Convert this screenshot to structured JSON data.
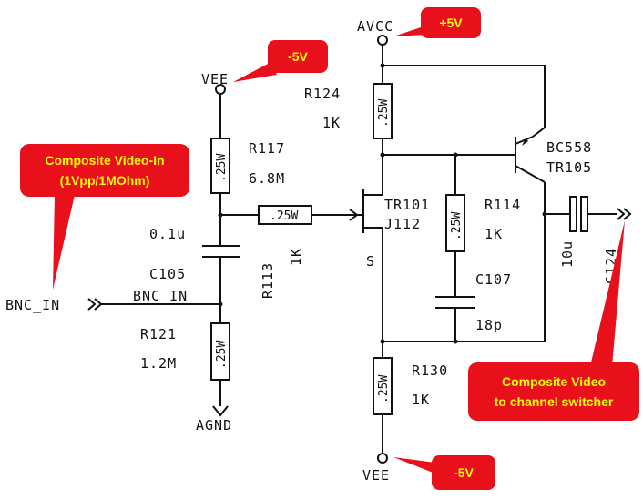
{
  "nodes": {
    "avcc": "AVCC",
    "vee_top": "VEE",
    "vee_bottom": "VEE",
    "agnd": "AGND",
    "bnc_in_left": "BNC_IN",
    "bnc_in_net": "BNC IN"
  },
  "components": {
    "r117": {
      "ref": "R117",
      "value": "6.8M",
      "rating": ".25W"
    },
    "r121": {
      "ref": "R121",
      "value": "1.2M",
      "rating": ".25W"
    },
    "r113": {
      "ref": "R113",
      "value": "1K",
      "rating": ".25W"
    },
    "r124": {
      "ref": "R124",
      "value": "1K",
      "rating": ".25W"
    },
    "r114": {
      "ref": "R114",
      "value": "1K",
      "rating": ".25W"
    },
    "r130": {
      "ref": "R130",
      "value": "1K",
      "rating": ".25W"
    },
    "c105": {
      "ref": "C105",
      "value": "0.1u"
    },
    "c107": {
      "ref": "C107",
      "value": "18p"
    },
    "c124": {
      "ref": "C124",
      "value": "10u"
    },
    "tr101": {
      "ref": "TR101",
      "part": "J112",
      "pin_s": "S"
    },
    "tr105": {
      "ref": "TR105",
      "part": "BC558"
    }
  },
  "callouts": {
    "vee_top": "-5V",
    "avcc": "+5V",
    "vee_bottom": "-5V",
    "input_line1": "Composite Video-In",
    "input_line2": "(1Vpp/1MOhm)",
    "output_line1": "Composite Video",
    "output_line2": "to channel switcher"
  },
  "colors": {
    "callout_fill": "#e8101a",
    "callout_text": "#ffff00",
    "ink": "#111111"
  }
}
